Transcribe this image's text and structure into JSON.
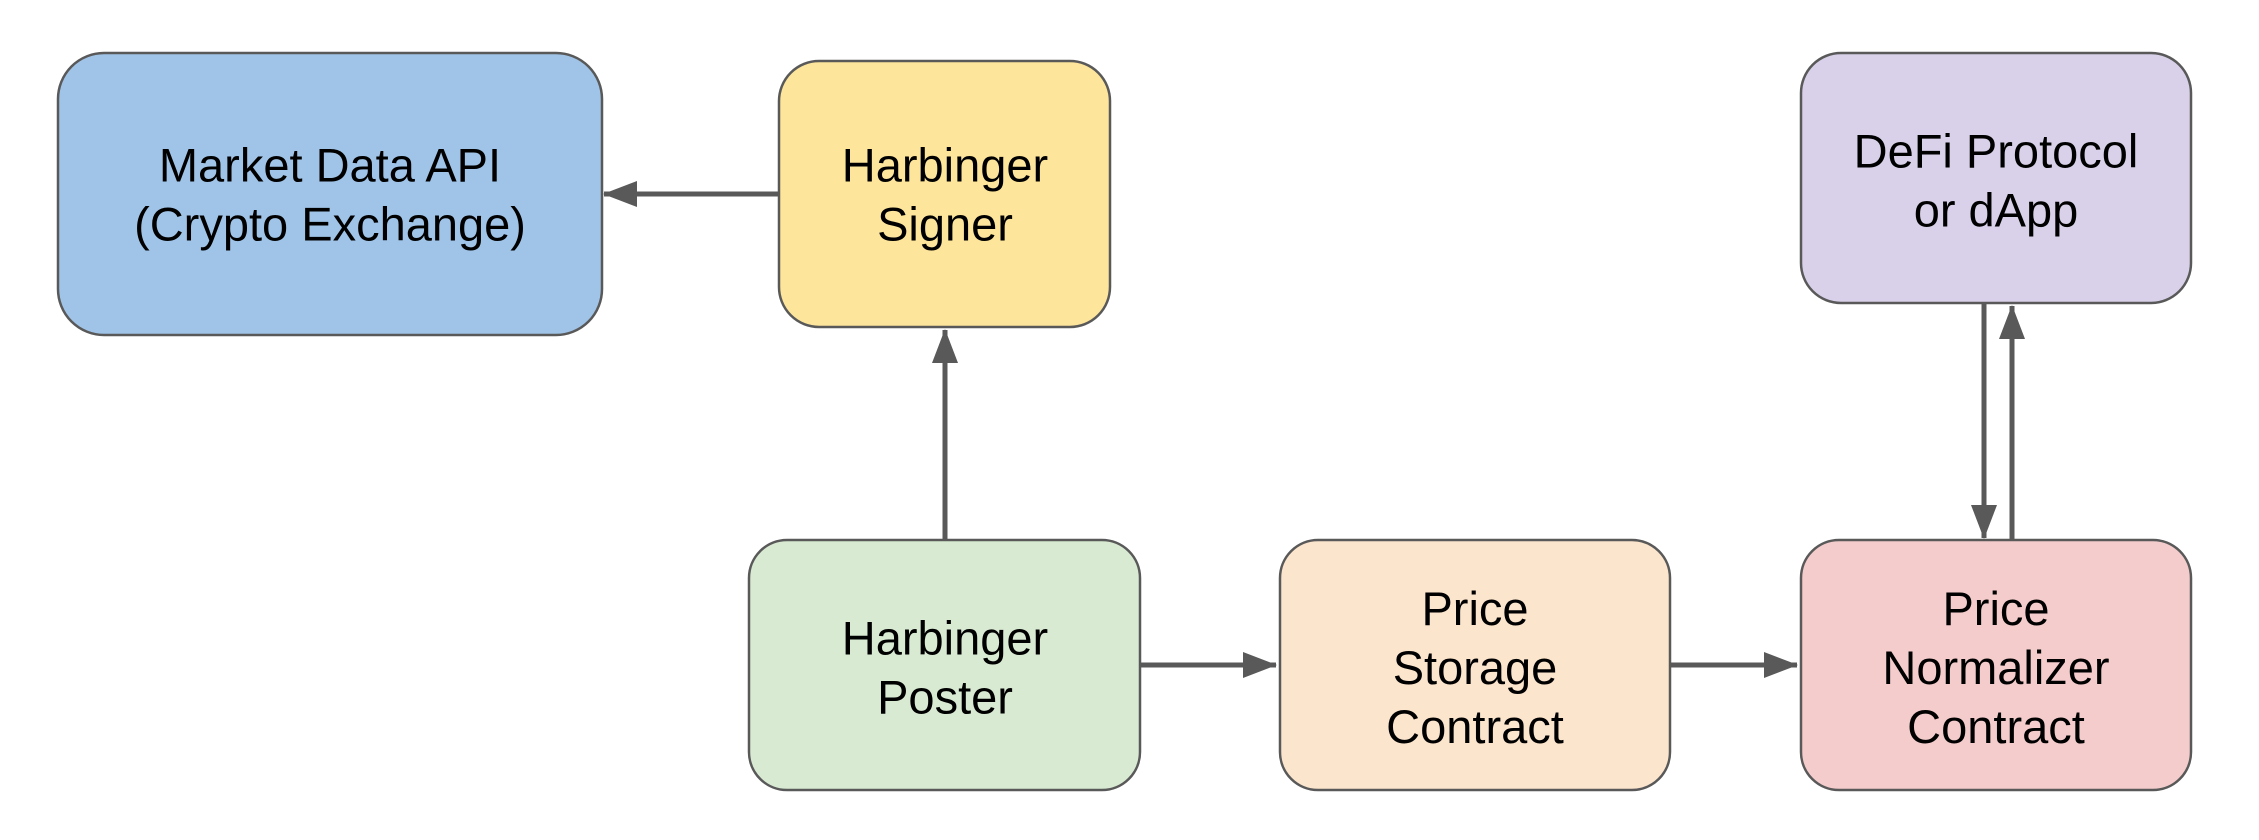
{
  "diagram": {
    "nodes": {
      "market_data_api": {
        "lines": [
          "Market Data API",
          "(Crypto Exchange)"
        ],
        "fill": "#a0c4e8"
      },
      "harbinger_signer": {
        "lines": [
          "Harbinger",
          "Signer"
        ],
        "fill": "#fde59b"
      },
      "defi_protocol": {
        "lines": [
          "DeFi Protocol",
          "or dApp"
        ],
        "fill": "#d9d1e9"
      },
      "harbinger_poster": {
        "lines": [
          "Harbinger",
          "Poster"
        ],
        "fill": "#d9ead3"
      },
      "price_storage": {
        "lines": [
          "Price",
          "Storage",
          "Contract"
        ],
        "fill": "#fce5cd"
      },
      "price_normalizer": {
        "lines": [
          "Price",
          "Normalizer",
          "Contract"
        ],
        "fill": "#f4cccc"
      }
    },
    "colors": {
      "border": "#595959",
      "arrow": "#595959"
    }
  }
}
